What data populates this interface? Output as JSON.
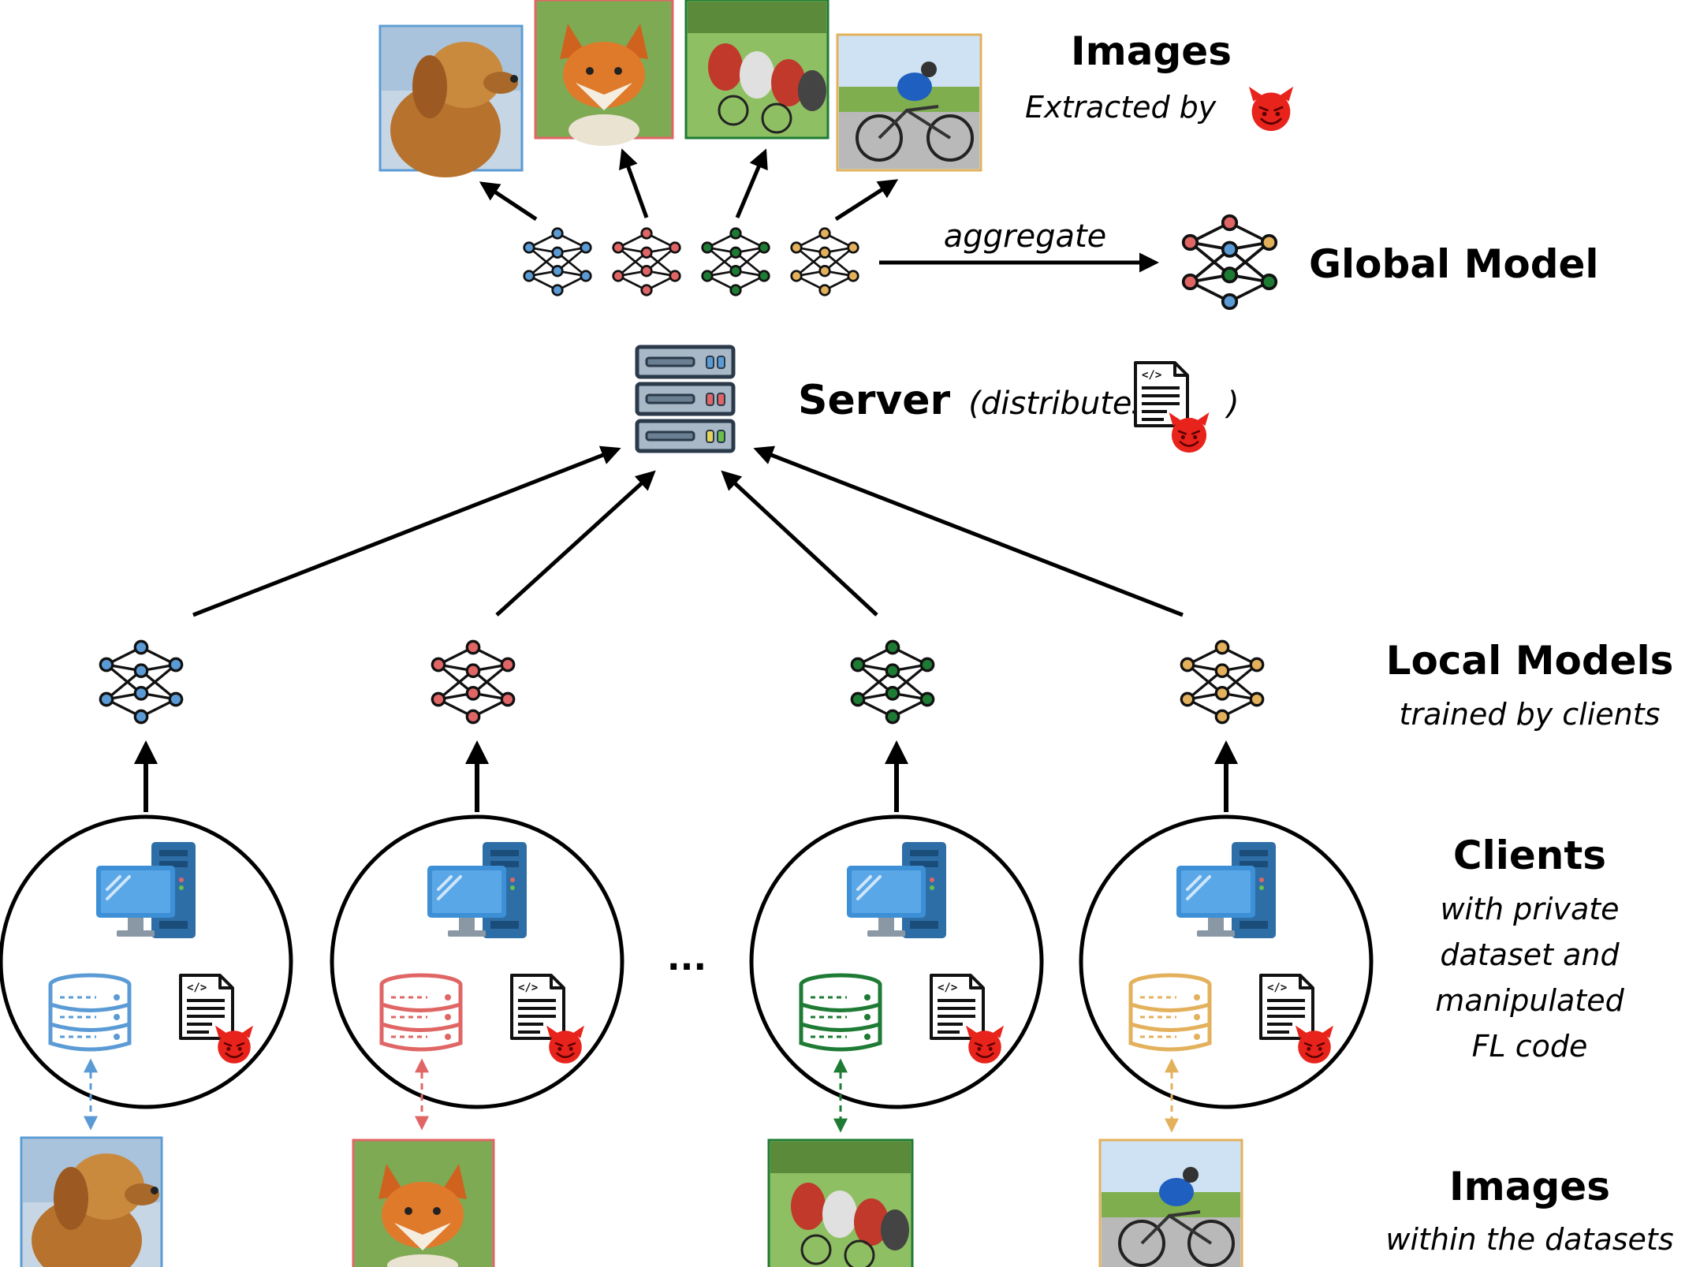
{
  "colors": {
    "blue": "#5b9bd5",
    "red": "#e06666",
    "green": "#1e7b34",
    "gold": "#e3b15c",
    "devil": "#e8231b",
    "server_body": "#8fa6ba",
    "monitor": "#3d8fd6"
  },
  "labels": {
    "top_images_title": "Images",
    "top_images_sub": "Extracted by",
    "global_model": "Global Model",
    "aggregate": "aggregate",
    "server": "Server",
    "server_paren_open": "(distributes",
    "server_paren_close": ")",
    "local_models_title": "Local Models",
    "local_models_sub": "trained by clients",
    "clients_title": "Clients",
    "clients_sub_lines": [
      "with private",
      "dataset and",
      "manipulated",
      "FL code"
    ],
    "ellipsis": "...",
    "bottom_images_title": "Images",
    "bottom_images_sub": "within the datasets"
  },
  "images": [
    {
      "subject": "dog",
      "color_key": "blue"
    },
    {
      "subject": "fox",
      "color_key": "red"
    },
    {
      "subject": "cyclists",
      "color_key": "green"
    },
    {
      "subject": "cyclist",
      "color_key": "gold"
    }
  ],
  "icons": [
    "neural-network-icon",
    "server-icon",
    "computer-icon",
    "database-icon",
    "code-document-icon",
    "devil-icon"
  ]
}
